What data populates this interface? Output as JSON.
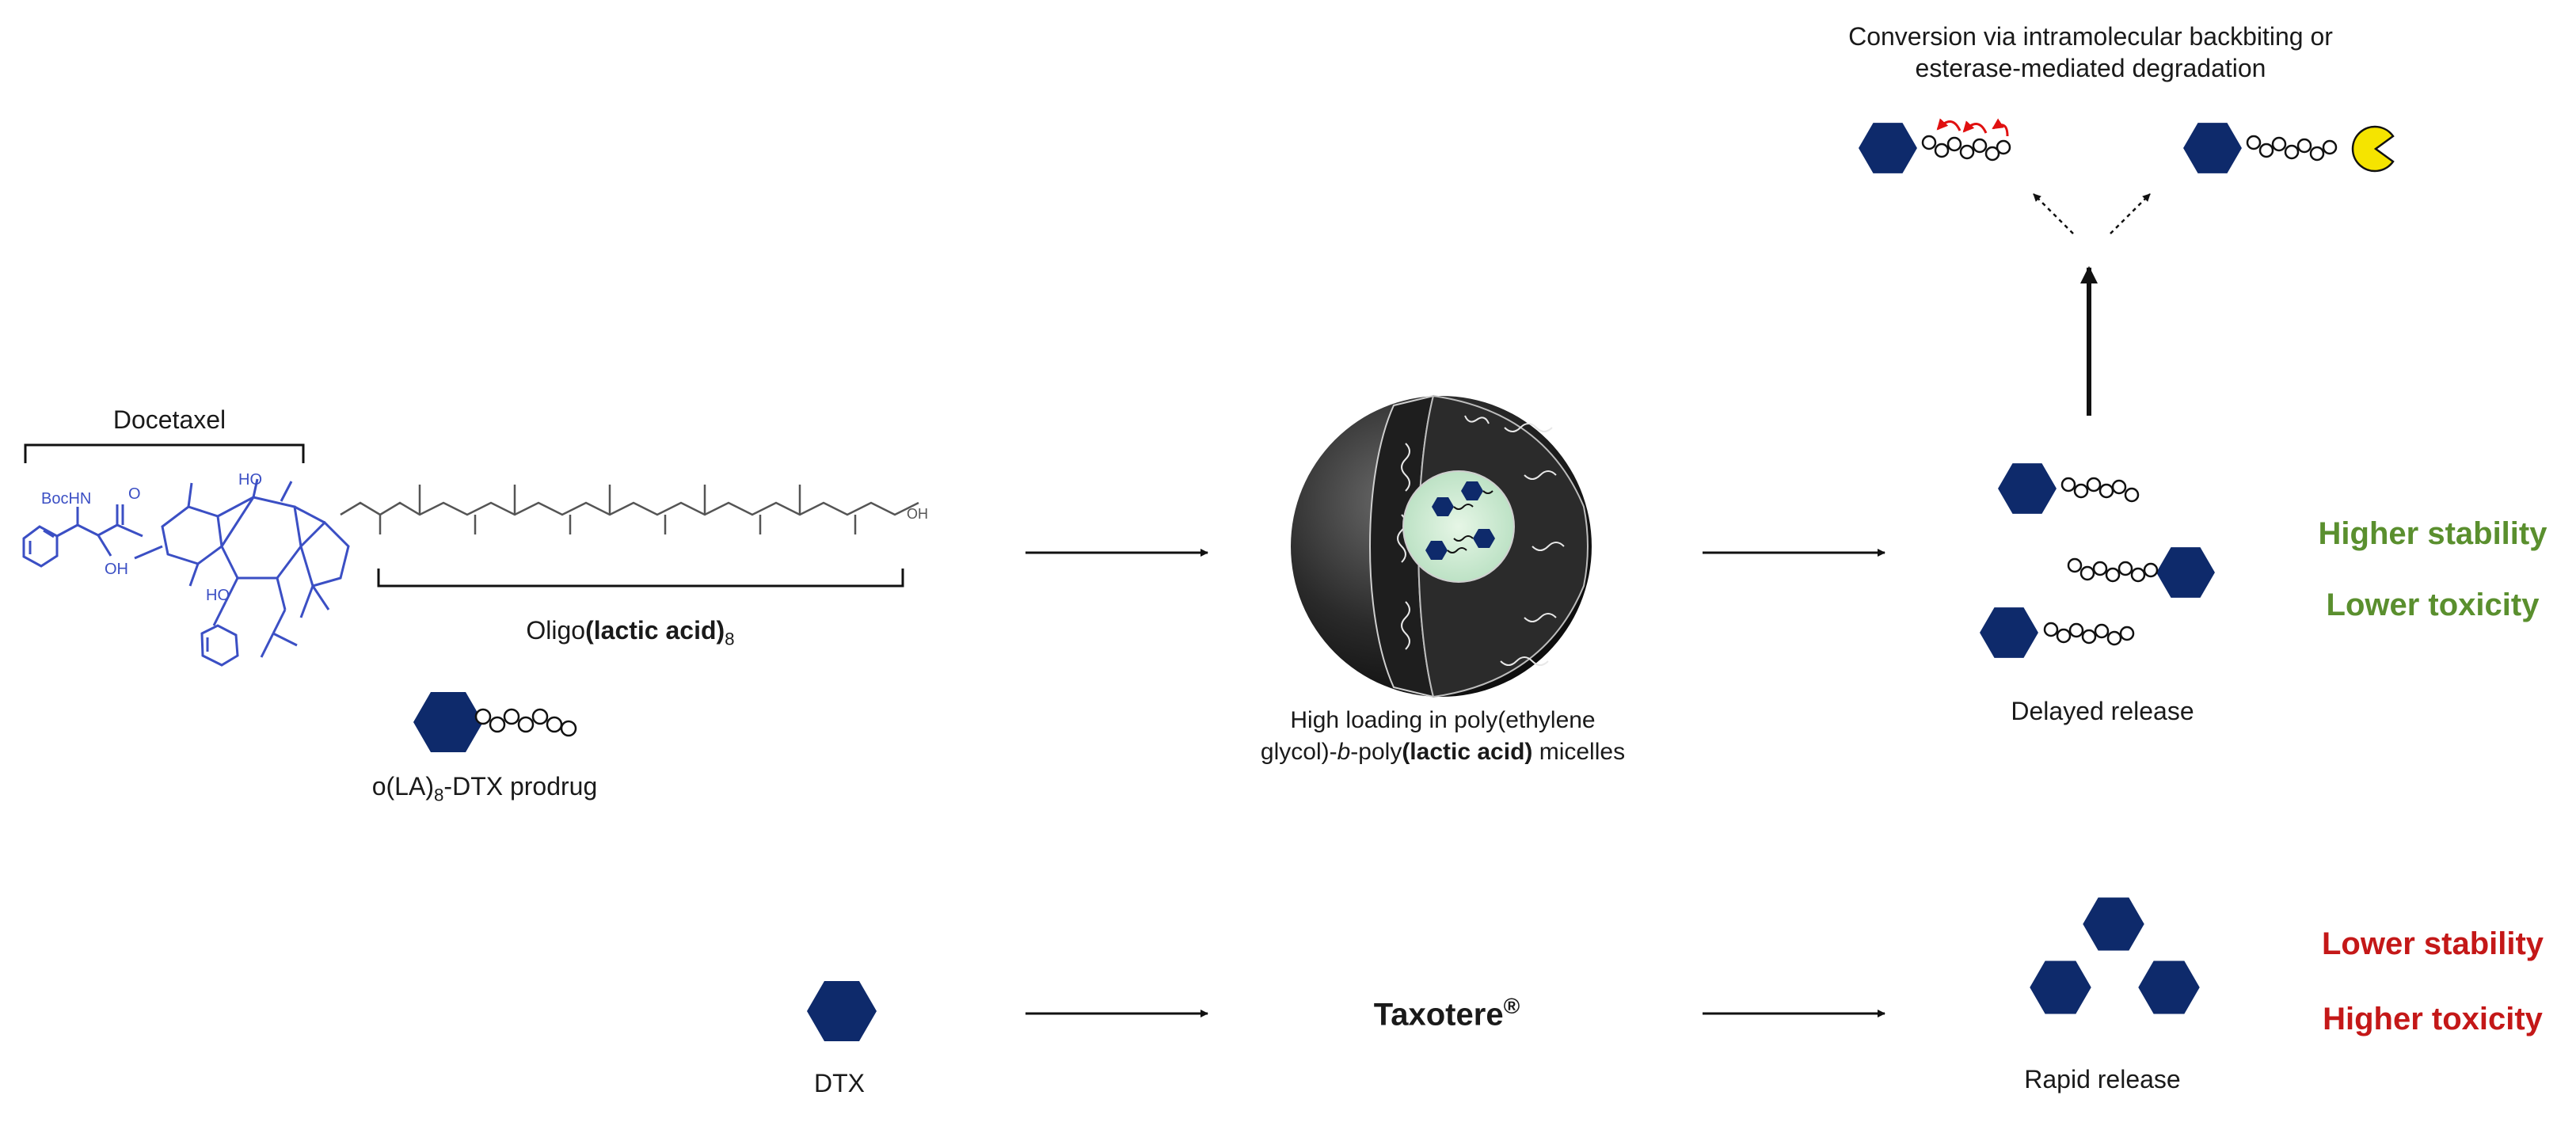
{
  "docetaxel_bracket_label": "Docetaxel",
  "oligo_label": {
    "prefix": "Oligo",
    "bold": "(lactic acid)",
    "sub": "8"
  },
  "prodrug_label": {
    "prefix": "o(LA)",
    "sub": "8",
    "suffix": "-DTX prodrug"
  },
  "structure_atoms": {
    "bochn": "BocHN",
    "oh": "OH",
    "ho": "HO",
    "o": "O"
  },
  "micelle_caption": {
    "line1": "High loading in poly(ethylene",
    "line2_pre": "glycol)-",
    "line2_italic": "b",
    "line2_mid": "-poly",
    "line2_bold": "(lactic acid)",
    "line2_post": " micelles"
  },
  "delayed_release_label": "Delayed release",
  "conversion_caption": {
    "line1": "Conversion via intramolecular backbiting or",
    "line2": "esterase-mediated degradation"
  },
  "higher_stability_label": "Higher stability",
  "lower_toxicity_label": "Lower toxicity",
  "dtx_label": "DTX",
  "taxotere_label": {
    "name": "Taxotere",
    "sup": "®"
  },
  "rapid_release_label": "Rapid release",
  "lower_stability_label": "Lower stability",
  "higher_toxicity_label": "Higher toxicity",
  "colors": {
    "drug_navy": "#0e2a6b",
    "structure_blue": "#3b4fc4",
    "good_green": "#5a8f2e",
    "bad_red": "#c41818",
    "enzyme_yellow": "#f5e400",
    "backbite_arrow_red": "#e01010"
  }
}
